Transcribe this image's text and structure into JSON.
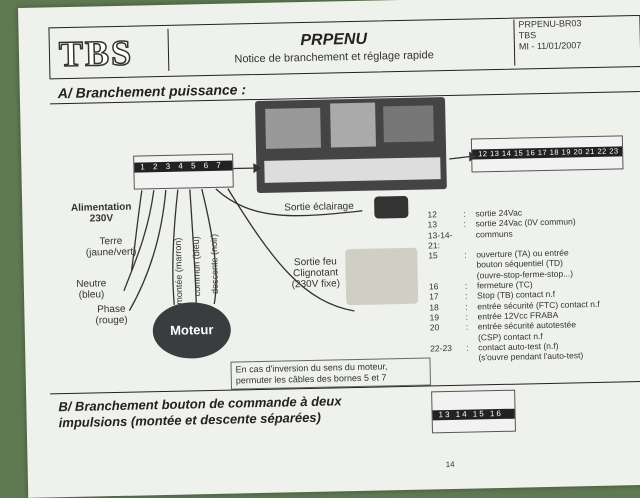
{
  "header": {
    "logo_text": "TBS",
    "title": "PRPENU",
    "subtitle": "Notice de branchement et réglage rapide",
    "ref_lines": [
      "PRPENU-BR03",
      "TBS",
      "MI - 11/01/2007"
    ]
  },
  "section_a": {
    "title": "A/ Branchement puissance :",
    "left_block_numbers": "1 2 3 4 5 6 7",
    "right_block_numbers": "12 13 14 15 16 17 18 19 20 21 22 23",
    "labels": {
      "alimentation": "Alimentation",
      "alimentation_volt": "230V",
      "terre": "Terre",
      "terre_color": "(jaune/vert)",
      "neutre": "Neutre",
      "neutre_color": "(bleu)",
      "phase": "Phase",
      "phase_color": "(rouge)",
      "montee": "montée (marron)",
      "commun": "commun (bleu)",
      "descente": "descente (noir)",
      "motor": "Moteur",
      "sortie_eclairage": "Sortie éclairage",
      "sortie_feu_1": "Sortie feu",
      "sortie_feu_2": "Clignotant",
      "sortie_feu_3": "(230V fixe)"
    },
    "note": [
      "En cas d'inversion du sens du moteur,",
      "permuter les câbles des bornes 5 et 7"
    ],
    "legend": [
      {
        "k": "12",
        "v": "sortie 24Vac"
      },
      {
        "k": "13",
        "v": "sortie 24Vac (0V commun)"
      },
      {
        "k": "13-14-21:",
        "v": "communs"
      },
      {
        "k": "15",
        "v": "ouverture (TA) ou entrée"
      },
      {
        "k": "",
        "v": "bouton séquentiel (TD)"
      },
      {
        "k": "",
        "v": "(ouvre-stop-ferme-stop...)"
      },
      {
        "k": "16",
        "v": "fermeture (TC)"
      },
      {
        "k": "17",
        "v": "Stop (TB) contact n.f"
      },
      {
        "k": "18",
        "v": "entrée sécurité (FTC) contact n.f"
      },
      {
        "k": "19",
        "v": "entrée 12Vcc  FRABA"
      },
      {
        "k": "20",
        "v": "entrée sécurité autotestée"
      },
      {
        "k": "",
        "v": "(CSP) contact n.f"
      },
      {
        "k": "22-23",
        "v": "contact auto-test (n.f)"
      },
      {
        "k": "",
        "v": "(s'ouvre pendant l'auto-test)"
      }
    ]
  },
  "section_b": {
    "title_1": "B/ Branchement bouton de commande à deux",
    "title_2": "impulsions (montée et descente séparées)",
    "block_numbers": "13 14 15 16",
    "bottom_label": "14"
  }
}
